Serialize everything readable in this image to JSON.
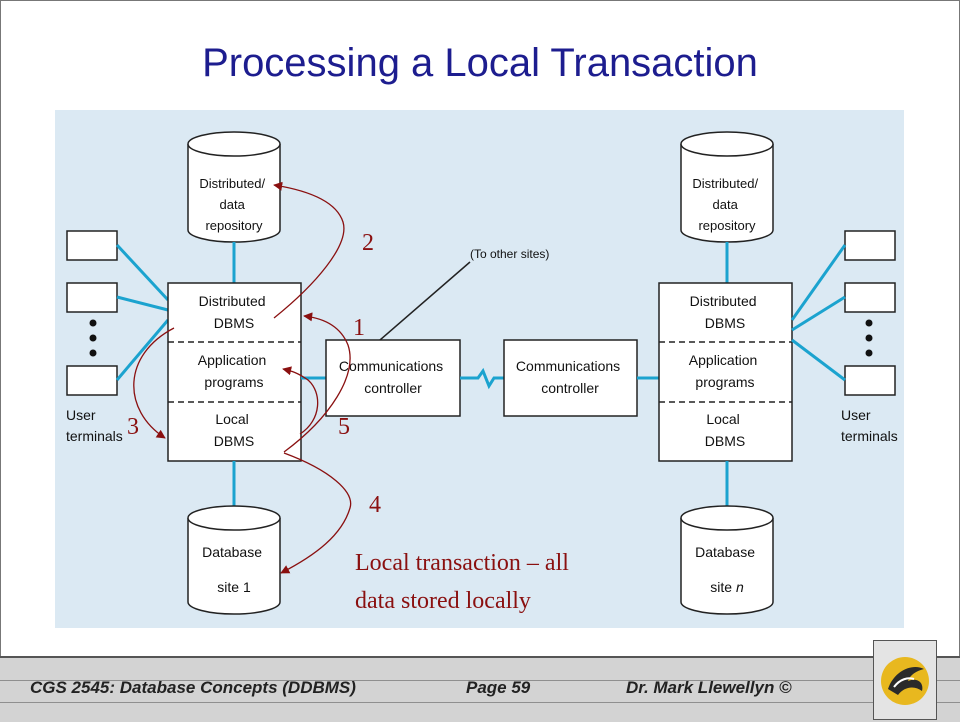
{
  "slide": {
    "title": "Processing a Local Transaction"
  },
  "diagram": {
    "left_site": {
      "repository": [
        "Distributed/",
        "data",
        "repository"
      ],
      "dbms": [
        "Distributed",
        "DBMS"
      ],
      "apps": [
        "Application",
        "programs"
      ],
      "local": [
        "Local",
        "DBMS"
      ],
      "database": [
        "Database",
        "site 1"
      ],
      "terminals": [
        "User",
        "terminals"
      ]
    },
    "right_site": {
      "repository": [
        "Distributed/",
        "data",
        "repository"
      ],
      "dbms": [
        "Distributed",
        "DBMS"
      ],
      "apps": [
        "Application",
        "programs"
      ],
      "local": [
        "Local",
        "DBMS"
      ],
      "database": [
        "Database",
        "site "
      ],
      "database_var": "n",
      "terminals": [
        "User",
        "terminals"
      ]
    },
    "left_controller": [
      "Communications",
      "controller"
    ],
    "right_controller": [
      "Communications",
      "controller"
    ],
    "other_sites_label": "(To other sites)",
    "steps": [
      "1",
      "2",
      "3",
      "4",
      "5"
    ],
    "note": [
      "Local transaction – all",
      "data stored locally"
    ],
    "colors": {
      "annotation": "#8a1010",
      "connector": "#1ba3cf",
      "panel": "#dbe9f3",
      "title": "#1d1d8f"
    }
  },
  "footer": {
    "course": "CGS 2545: Database Concepts  (DDBMS)",
    "page": "Page 59",
    "author": "Dr. Mark Llewellyn ©",
    "logo": "ucf-pegasus-logo"
  }
}
